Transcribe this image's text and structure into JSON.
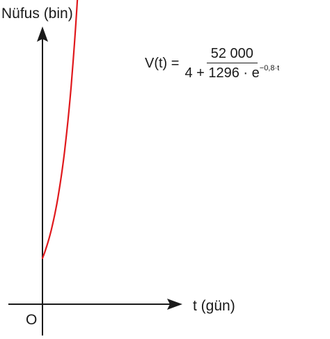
{
  "chart_data": {
    "type": "line",
    "title": "",
    "ylabel": "Nüfus (bin)",
    "xlabel": "t (gün)",
    "origin_label": "O",
    "formula": {
      "lhs": "V(t) =",
      "numerator": "52 000",
      "denominator_base": "4 + 1296 · e",
      "denominator_exponent": "−0,8·t"
    },
    "function": {
      "numerator": 52000,
      "a": 4,
      "b": 1296,
      "k": 0.8
    },
    "x_range": [
      0,
      6.03
    ],
    "grid": false,
    "series": [
      {
        "color": "#e0191d"
      }
    ]
  }
}
